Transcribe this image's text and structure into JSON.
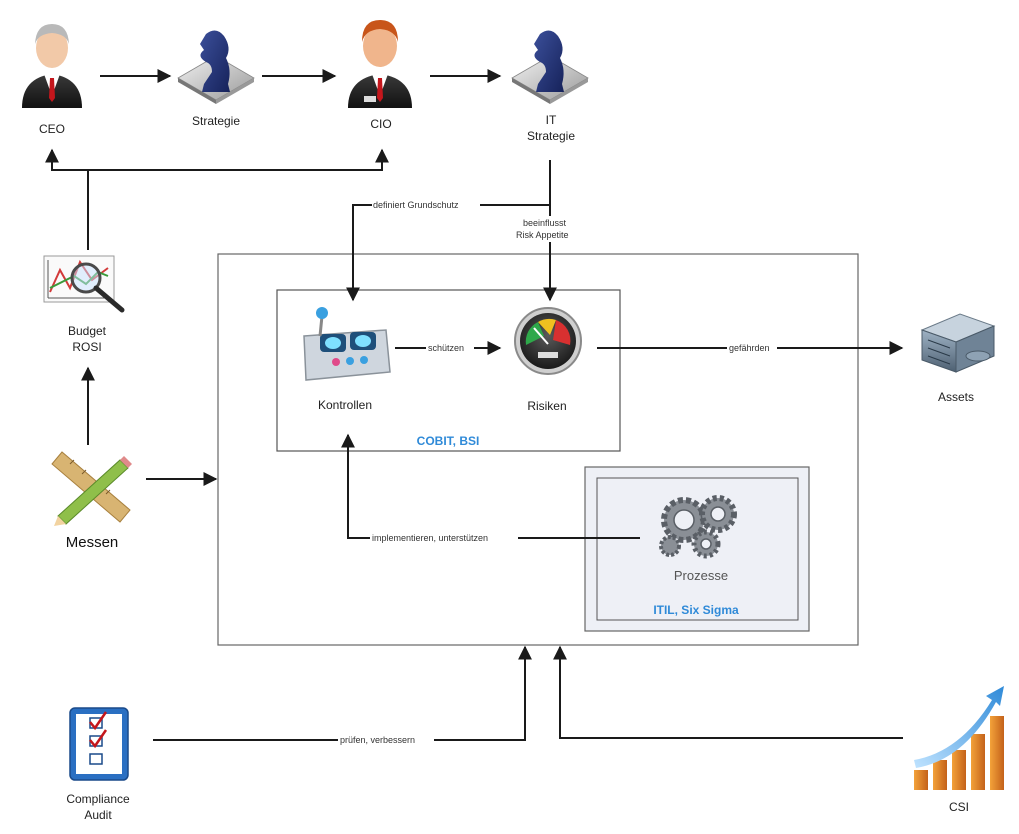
{
  "nodes": {
    "ceo": "CEO",
    "strategie": "Strategie",
    "cio": "CIO",
    "it_strategie_1": "IT",
    "it_strategie_2": "Strategie",
    "budget_1": "Budget",
    "budget_2": "ROSI",
    "messen": "Messen",
    "kontrollen": "Kontrollen",
    "risiken": "Risiken",
    "assets": "Assets",
    "prozesse": "Prozesse",
    "compliance_1": "Compliance",
    "compliance_2": "Audit",
    "csi": "CSI"
  },
  "groups": {
    "cobit": "COBIT, BSI",
    "itil": "ITIL, Six Sigma"
  },
  "edges": {
    "definiert": "definiert Grundschutz",
    "beeinflusst_1": "beeinflusst",
    "beeinflusst_2": "Risk Appetite",
    "schuetzen": "schützen",
    "gefaehrden": "gefährden",
    "implementieren": "implementieren, unterstützen",
    "pruefen": "prüfen, verbessern"
  },
  "colors": {
    "group_label": "#2f8ad8",
    "line": "#1a1a1a",
    "itil_fill": "#eef0f6"
  }
}
